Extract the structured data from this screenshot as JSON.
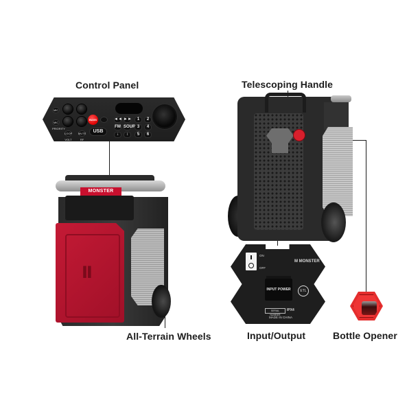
{
  "callouts": {
    "control_panel": "Control Panel",
    "telescoping_handle": "Telescoping Handle",
    "all_terrain_wheels": "All-Terrain Wheels",
    "input_output": "Input/Output",
    "bottle_opener": "Bottle Opener"
  },
  "product": {
    "brand": "MONSTER"
  },
  "control_panel": {
    "left_buttons": [
      "MIC",
      "MIC PRIORITY"
    ],
    "lower_buttons": [
      "LOOP VOLT",
      "MUTE RF"
    ],
    "bass_label": "BASS",
    "usb_label": "USB",
    "function_buttons": [
      "◄◄",
      "►►",
      "FM",
      "SOURCE",
      "↓",
      "↕"
    ],
    "number_keys": [
      "1",
      "2",
      "3",
      "4",
      "5",
      "6"
    ]
  },
  "io_panel": {
    "switch_on": "ON",
    "switch_off": "OFF",
    "brand": "M MONSTER",
    "input_power": "INPUT POWER",
    "serial_number": "SERIAL NUMBER",
    "ipx_rating": "IPX4",
    "made_in": "MADE IN CHINA",
    "certification": "ETL"
  },
  "colors": {
    "accent_red": "#c8102e",
    "opener_red": "#e42d2d",
    "body_dark": "#2a2a2a",
    "label_text": "#1c1c1c"
  }
}
